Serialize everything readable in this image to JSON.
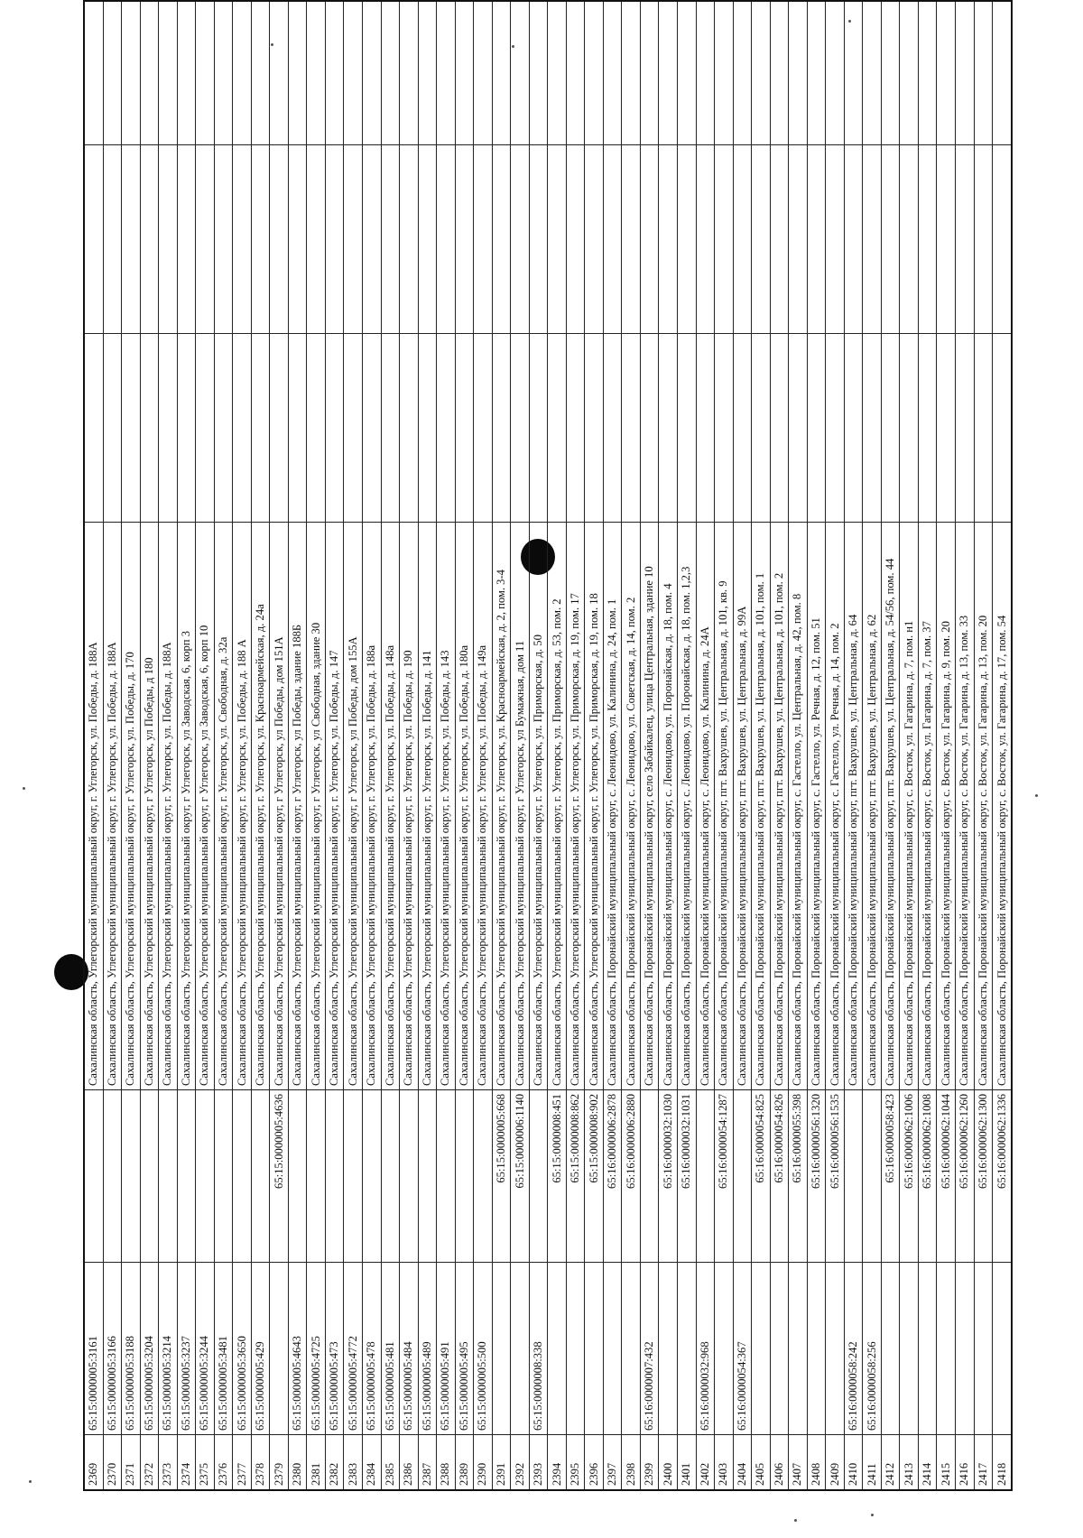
{
  "rows": [
    {
      "num": "2369",
      "cad1": "65:15:0000005:3161",
      "cad2": "",
      "addr": "Сахалинская область, Углегорский муниципальный округ, г. Углегорск, ул. Победы, д. 188А"
    },
    {
      "num": "2370",
      "cad1": "65:15:0000005:3166",
      "cad2": "",
      "addr": "Сахалинская область, Углегорский муниципальный округ, г. Углегорск, ул. Победы, д. 188А"
    },
    {
      "num": "2371",
      "cad1": "65:15:0000005:3188",
      "cad2": "",
      "addr": "Сахалинская область, Углегорский муниципальный округ, г Углегорск, ул. Победы, д. 170"
    },
    {
      "num": "2372",
      "cad1": "65:15:0000005:3204",
      "cad2": "",
      "addr": "Сахалинская область, Углегорский муниципальный округ, г Углегорск, ул Победы, д 180"
    },
    {
      "num": "2373",
      "cad1": "65:15:0000005:3214",
      "cad2": "",
      "addr": "Сахалинская область, Углегорский муниципальный округ, г. Углегорск, ул. Победы, д. 188А"
    },
    {
      "num": "2374",
      "cad1": "65:15:0000005:3237",
      "cad2": "",
      "addr": "Сахалинская область, Углегорский муниципальный округ, г Углегорск, ул Заводская, 6, корп 3"
    },
    {
      "num": "2375",
      "cad1": "65:15:0000005:3244",
      "cad2": "",
      "addr": "Сахалинская область, Углегорский муниципальный округ, г Углегорск, ул Заводская, 6, корп 10"
    },
    {
      "num": "2376",
      "cad1": "65:15:0000005:3481",
      "cad2": "",
      "addr": "Сахалинская область, Углегорский муниципальный округ, г. Углегорск, ул. Свободная, д. 32а"
    },
    {
      "num": "2377",
      "cad1": "65:15:0000005:3650",
      "cad2": "",
      "addr": "Сахалинская область, Углегорский муниципальный округ, г. Углегорск, ул. Победы, д. 188 А"
    },
    {
      "num": "2378",
      "cad1": "65:15:0000005:429",
      "cad2": "",
      "addr": "Сахалинская область, Углегорский муниципальный округ, г. Углегорск, ул. Красноармейская, д. 24а"
    },
    {
      "num": "2379",
      "cad1": "",
      "cad2": "65:15:0000005:4636",
      "addr": "Сахалинская область, Углегорский муниципальный округ, г Углегорск, ул Победы, дом 151А"
    },
    {
      "num": "2380",
      "cad1": "65:15:0000005:4643",
      "cad2": "",
      "addr": "Сахалинская область, Углегорский муниципальный округ, г Углегорск, ул Победы, здание 188Б"
    },
    {
      "num": "2381",
      "cad1": "65:15:0000005:4725",
      "cad2": "",
      "addr": "Сахалинская область, Углегорский муниципальный округ, г Углегорск, ул Свободная, здание 30"
    },
    {
      "num": "2382",
      "cad1": "65:15:0000005:473",
      "cad2": "",
      "addr": "Сахалинская область, Углегорский муниципальный округ, г. Углегорск, ул. Победы, д. 147"
    },
    {
      "num": "2383",
      "cad1": "65:15:0000005:4772",
      "cad2": "",
      "addr": "Сахалинская область, Углегорский муниципальный округ, г Углегорск, ул Победы, дом 155А"
    },
    {
      "num": "2384",
      "cad1": "65:15:0000005:478",
      "cad2": "",
      "addr": "Сахалинская область, Углегорский муниципальный округ, г. Углегорск, ул. Победы, д. 188а"
    },
    {
      "num": "2385",
      "cad1": "65:15:0000005:481",
      "cad2": "",
      "addr": "Сахалинская область, Углегорский муниципальный округ, г. Углегорск, ул. Победы, д. 148а"
    },
    {
      "num": "2386",
      "cad1": "65:15:0000005:484",
      "cad2": "",
      "addr": "Сахалинская область, Углегорский муниципальный округ, г. Углегорск, ул. Победы, д. 190"
    },
    {
      "num": "2387",
      "cad1": "65:15:0000005:489",
      "cad2": "",
      "addr": "Сахалинская область, Углегорский муниципальный округ, г. Углегорск, ул. Победы, д. 141"
    },
    {
      "num": "2388",
      "cad1": "65:15:0000005:491",
      "cad2": "",
      "addr": "Сахалинская область, Углегорский муниципальный округ, г. Углегорск, ул. Победы, д. 143"
    },
    {
      "num": "2389",
      "cad1": "65:15:0000005:495",
      "cad2": "",
      "addr": "Сахалинская область, Углегорский муниципальный округ, г. Углегорск, ул. Победы, д. 180а"
    },
    {
      "num": "2390",
      "cad1": "65:15:0000005:500",
      "cad2": "",
      "addr": "Сахалинская область, Углегорский муниципальный округ, г. Углегорск, ул. Победы, д. 149а"
    },
    {
      "num": "2391",
      "cad1": "",
      "cad2": "65:15:0000005:668",
      "addr": "Сахалинская область, Углегорский муниципальный округ, г. Углегорск, ул. Красноармейская, д. 2, пом. 3-4"
    },
    {
      "num": "2392",
      "cad1": "",
      "cad2": "65:15:0000006:1140",
      "addr": "Сахалинская область, Углегорский муниципальный округ, г Углегорск, ул Бумажная, дом 11"
    },
    {
      "num": "2393",
      "cad1": "65:15:0000008:338",
      "cad2": "",
      "addr": "Сахалинская область, Углегорский муниципальный округ, г. Углегорск, ул. Приморская, д. 50"
    },
    {
      "num": "2394",
      "cad1": "",
      "cad2": "65:15:0000008:451",
      "addr": "Сахалинская область, Углегорский муниципальный округ, г. Углегорск, ул. Приморская, д. 53, пом. 2"
    },
    {
      "num": "2395",
      "cad1": "",
      "cad2": "65:15:0000008:862",
      "addr": "Сахалинская область, Углегорский муниципальный округ, г. Углегорск, ул. Приморская, д. 19, пом. 17"
    },
    {
      "num": "2396",
      "cad1": "",
      "cad2": "65:15:0000008:902",
      "addr": "Сахалинская область, Углегорский муниципальный округ, г. Углегорск, ул. Приморская, д. 19, пом. 18"
    },
    {
      "num": "2397",
      "cad1": "",
      "cad2": "65:16:0000006:2878",
      "addr": "Сахалинская область, Поронайский муниципальный округ, с. Леонидово, ул. Калинина, д. 24, пом. 1"
    },
    {
      "num": "2398",
      "cad1": "",
      "cad2": "65:16:0000006:2880",
      "addr": "Сахалинская область, Поронайский муниципальный округ, с. Леонидово, ул. Советская, д. 14, пом. 2"
    },
    {
      "num": "2399",
      "cad1": "65:16:0000007:432",
      "cad2": "",
      "addr": "Сахалинская область, Поронайский муниципальный округ, село Забайкалец, улица Центральная, здание 10"
    },
    {
      "num": "2400",
      "cad1": "",
      "cad2": "65:16:0000032:1030",
      "addr": "Сахалинская область, Поронайский муниципальный округ, с. Леонидово, ул. Поронайская, д. 18, пом. 4"
    },
    {
      "num": "2401",
      "cad1": "",
      "cad2": "65:16:0000032:1031",
      "addr": "Сахалинская область, Поронайский муниципальный округ, с. Леонидово, ул. Поронайская, д. 18, пом. 1,2,3"
    },
    {
      "num": "2402",
      "cad1": "65:16:0000032:968",
      "cad2": "",
      "addr": "Сахалинская область, Поронайский муниципальный округ, с. Леонидово, ул. Калинина, д. 24А"
    },
    {
      "num": "2403",
      "cad1": "",
      "cad2": "65:16:0000054:1287",
      "addr": "Сахалинская область, Поронайский муниципальный округ, пгт. Вахрушев, ул. Центральная, д. 101, кв. 9"
    },
    {
      "num": "2404",
      "cad1": "65:16:0000054:367",
      "cad2": "",
      "addr": "Сахалинская область, Поронайский муниципальный округ, пгт. Вахрушев, ул. Центральная, д. 99А"
    },
    {
      "num": "2405",
      "cad1": "",
      "cad2": "65:16:0000054:825",
      "addr": "Сахалинская область, Поронайский муниципальный округ, пгт. Вахрушев, ул. Центральная, д. 101, пом. 1"
    },
    {
      "num": "2406",
      "cad1": "",
      "cad2": "65:16:0000054:826",
      "addr": "Сахалинская область, Поронайский муниципальный округ, пгт. Вахрушев, ул. Центральная, д. 101, пом. 2"
    },
    {
      "num": "2407",
      "cad1": "",
      "cad2": "65:16:0000055:398",
      "addr": "Сахалинская область, Поронайский муниципальный округ, с. Гастелло, ул. Центральная, д. 42, пом. 8"
    },
    {
      "num": "2408",
      "cad1": "",
      "cad2": "65:16:0000056:1320",
      "addr": "Сахалинская область, Поронайский муниципальный округ, с. Гастелло, ул. Речная, д. 12, пом. 51"
    },
    {
      "num": "2409",
      "cad1": "",
      "cad2": "65:16:0000056:1535",
      "addr": "Сахалинская область, Поронайский муниципальный округ, с. Гастелло, ул. Речная, д. 14, пом. 2"
    },
    {
      "num": "2410",
      "cad1": "65:16:0000058:242",
      "cad2": "",
      "addr": "Сахалинская область, Поронайский муниципальный округ, пгт. Вахрушев, ул. Центральная, д. 64"
    },
    {
      "num": "2411",
      "cad1": "65:16:0000058:256",
      "cad2": "",
      "addr": "Сахалинская область, Поронайский муниципальный округ, пгт. Вахрушев, ул. Центральная, д. 62"
    },
    {
      "num": "2412",
      "cad1": "",
      "cad2": "65:16:0000058:423",
      "addr": "Сахалинская область, Поронайский муниципальный округ, пгт. Вахрушев, ул. Центральная, д. 54/56, пом. 44"
    },
    {
      "num": "2413",
      "cad1": "",
      "cad2": "65:16:0000062:1006",
      "addr": "Сахалинская область, Поронайский муниципальный округ, с. Восток, ул. Гагарина, д. 7, пом. н1"
    },
    {
      "num": "2414",
      "cad1": "",
      "cad2": "65:16:0000062:1008",
      "addr": "Сахалинская область, Поронайский муниципальный округ, с. Восток, ул. Гагарина, д. 7, пом. 37"
    },
    {
      "num": "2415",
      "cad1": "",
      "cad2": "65:16:0000062:1044",
      "addr": "Сахалинская область, Поронайский муниципальный округ, с. Восток, ул. Гагарина, д. 9, пом. 20"
    },
    {
      "num": "2416",
      "cad1": "",
      "cad2": "65:16:0000062:1260",
      "addr": "Сахалинская область, Поронайский муниципальный округ, с. Восток, ул. Гагарина, д. 13, пом. 33"
    },
    {
      "num": "2417",
      "cad1": "",
      "cad2": "65:16:0000062:1300",
      "addr": "Сахалинская область, Поронайский муниципальный округ, с. Восток, ул. Гагарина, д. 13, пом. 20"
    },
    {
      "num": "2418",
      "cad1": "",
      "cad2": "65:16:0000062:1336",
      "addr": "Сахалинская область, Поронайский муниципальный округ, с. Восток, ул. Гагарина, д. 17, пом. 54"
    }
  ]
}
